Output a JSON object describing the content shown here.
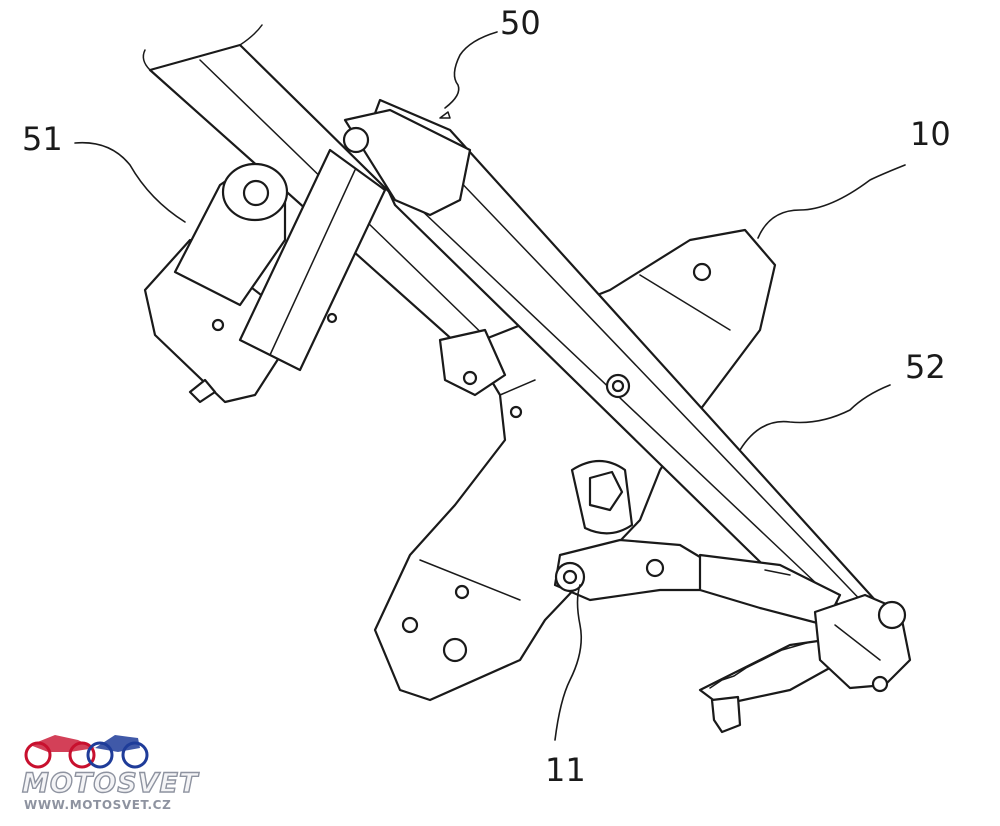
{
  "reference_numerals": {
    "n10": "10",
    "n11": "11",
    "n50": "50",
    "n51": "51",
    "n52": "52"
  },
  "watermark": {
    "brand": "MOTOSVET",
    "url": "WWW.MOTOSVET.CZ",
    "colors": {
      "red": "#c8102e",
      "blue": "#1f3c99",
      "outline": "#8e93a0"
    }
  }
}
